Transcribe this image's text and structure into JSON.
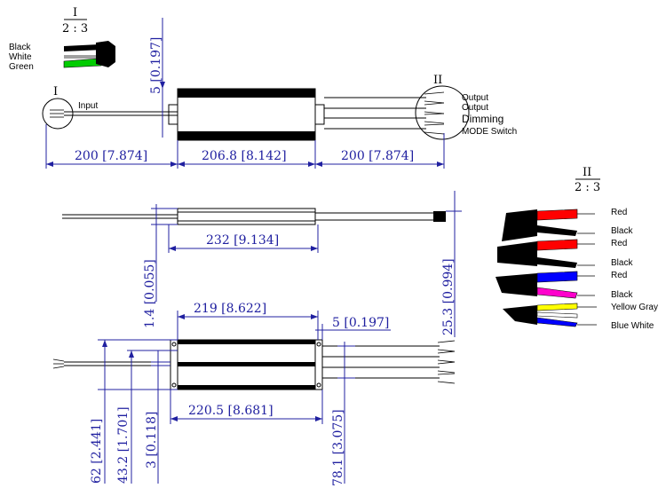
{
  "detail_labels": {
    "detail_I": "I",
    "detail_II": "II",
    "scale": "2 : 3",
    "marker_I": "I",
    "marker_II": "II"
  },
  "input_wires": {
    "black": "Black",
    "white": "White",
    "green": "Green",
    "input": "Input"
  },
  "output_labels": {
    "output1": "Output",
    "output2": "Output",
    "dimming": "Dimming",
    "mode_switch": "MODE Switch"
  },
  "detail2_wires": [
    "Red",
    "Black",
    "Red",
    "Black",
    "Red",
    "Black",
    "Yellow Gray",
    "Blue White"
  ],
  "dimensions": {
    "d_5_top": "5 [0.197]",
    "d_200_left": "200 [7.874]",
    "d_206_8": "206.8 [8.142]",
    "d_200_right": "200 [7.874]",
    "d_232": "232 [9.134]",
    "d_1_4": "1.4 [0.055]",
    "d_25_3": "25.3 [0.994]",
    "d_219": "219 [8.622]",
    "d_5_bottom": "5 [0.197]",
    "d_220_5": "220.5 [8.681]",
    "d_62": "62 [2.441]",
    "d_43_2": "43.2 [1.701]",
    "d_3": "3 [0.118]",
    "d_78_1": "78.1 [3.075]"
  },
  "colors": {
    "dimension": "#2020a0",
    "red": "#ff0000",
    "green": "#00cc00",
    "blue": "#0000ff",
    "magenta": "#ff00cc",
    "yellow": "#ffff00"
  }
}
